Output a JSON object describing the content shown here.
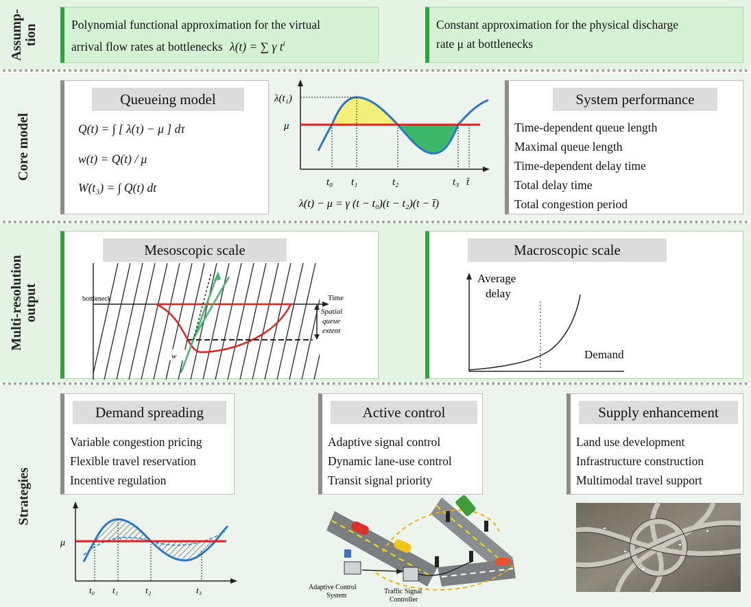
{
  "rows": {
    "assumption": "Assump-\ntion",
    "core": "Core model",
    "multi": "Multi-resolution\noutput",
    "strategies": "Strategies"
  },
  "assumption": {
    "left_line1": "Polynomial functional approximation for the virtual",
    "left_line2": "arrival flow rates at bottlenecks",
    "left_formula": "λ(t) = ∑ γ t",
    "right_line1": "Constant approximation for the physical discharge",
    "right_line2": "rate μ at bottlenecks"
  },
  "core": {
    "queue_title": "Queueing model",
    "eq1": "Q(t) = ∫ [ λ(τ) − μ ] dτ",
    "eq2": "w(t) = Q(t) / μ",
    "eq3": "W(t₃) = ∫ Q(t) dt",
    "graph": {
      "lambda_label": "λ(t₁)",
      "mu_label": "μ",
      "t0": "t₀",
      "t1": "t₁",
      "t2": "t₂",
      "t3": "t₃",
      "tbar": "t̄",
      "formula": "λ(t) − μ = γ (t − t₀)(t − t₂)(t − t̄)"
    },
    "perf_title": "System performance",
    "perf_items": [
      "Time-dependent queue length",
      "Maximal queue length",
      "Time-dependent delay time",
      "Total delay time",
      "Total congestion period"
    ]
  },
  "multi": {
    "meso_title": "Mesoscopic scale",
    "bottleneck": "bottleneck",
    "time": "Time",
    "spatial1": "Spatial",
    "spatial2": "queue",
    "spatial3": "extent",
    "macro_title": "Macroscopic scale",
    "avg1": "Average",
    "avg2": "delay",
    "demand": "Demand"
  },
  "strategies": {
    "col1_title": "Demand spreading",
    "col1_items": [
      "Variable congestion pricing",
      "Flexible travel reservation",
      "Incentive regulation"
    ],
    "col2_title": "Active control",
    "col2_items": [
      "Adaptive signal control",
      "Dynamic lane-use control",
      "Transit signal priority"
    ],
    "col3_title": "Supply enhancement",
    "col3_items": [
      "Land use development",
      "Infrastructure construction",
      "Multimodal travel support"
    ],
    "mini": {
      "mu": "μ",
      "t0": "t₀",
      "t1": "t₁",
      "t2": "t₂",
      "t3": "t₃"
    },
    "control_labels": {
      "adaptive1": "Adaptive Control",
      "adaptive2": "System",
      "signal1": "Traffic Signal",
      "signal2": "Controller"
    }
  },
  "colors": {
    "green_border": "#2fa340",
    "red": "#e8201c",
    "blue": "#2a77c6",
    "yellow": "#f5f07a",
    "fill_green": "#3db86b"
  }
}
